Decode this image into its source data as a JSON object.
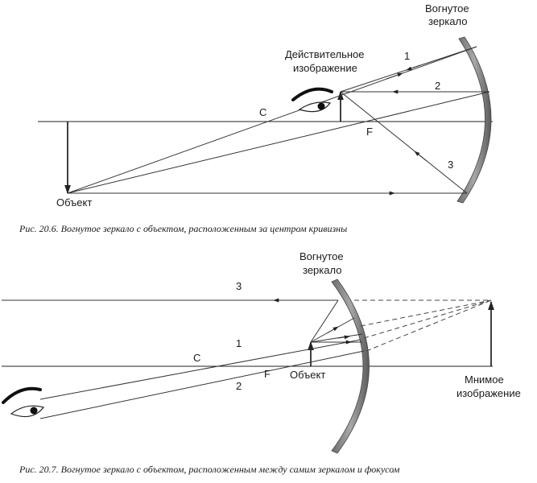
{
  "figure1": {
    "mirror_label_line1": "Вогнутое",
    "mirror_label_line2": "зеркало",
    "image_label_line1": "Действительное",
    "image_label_line2": "изображение",
    "point_c": "C",
    "point_f": "F",
    "object_label": "Объект",
    "ray1": "1",
    "ray2": "2",
    "ray3": "3",
    "caption": "Рис. 20.6. Вогнутое зеркало с объектом, расположенным за центром кривизны"
  },
  "figure2": {
    "mirror_label_line1": "Вогнутое",
    "mirror_label_line2": "зеркало",
    "point_c": "C",
    "point_f": "F",
    "object_label": "Объект",
    "image_label_line1": "Мнимое",
    "image_label_line2": "изображение",
    "ray1": "1",
    "ray2": "2",
    "ray3": "3",
    "caption": "Рис. 20.7. Вогнутое зеркало с объектом, расположенным между самим зеркалом и фокусом"
  }
}
